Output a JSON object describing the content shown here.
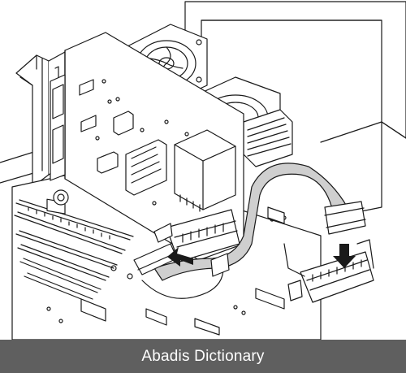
{
  "illustration": {
    "subject": "line drawing of expansion card being installed in computer case with ribbon cable",
    "style": "black line art on white",
    "line_color": "#1a1a1a",
    "fill_color": "#ffffff",
    "shade_color": "#cfcfcf"
  },
  "caption_bar": {
    "text": "Abadis Dictionary",
    "background": "#5f5f5f",
    "text_color": "#ffffff"
  }
}
